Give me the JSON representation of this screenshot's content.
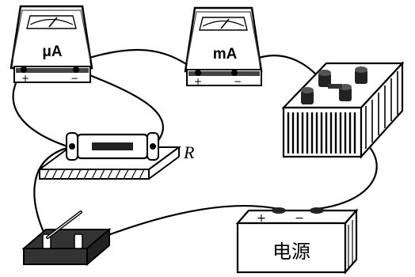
{
  "components": {
    "microammeter": {
      "unit": "μA",
      "pos_sign": "+",
      "neg_sign": "−"
    },
    "milliammeter": {
      "unit": "mA",
      "pos_sign": "+",
      "neg_sign": "−"
    },
    "resistor": {
      "label": "R"
    },
    "power_source": {
      "label": "电源",
      "pos_sign": "+",
      "neg_sign": "−"
    },
    "rheostat": {},
    "switch": {}
  }
}
